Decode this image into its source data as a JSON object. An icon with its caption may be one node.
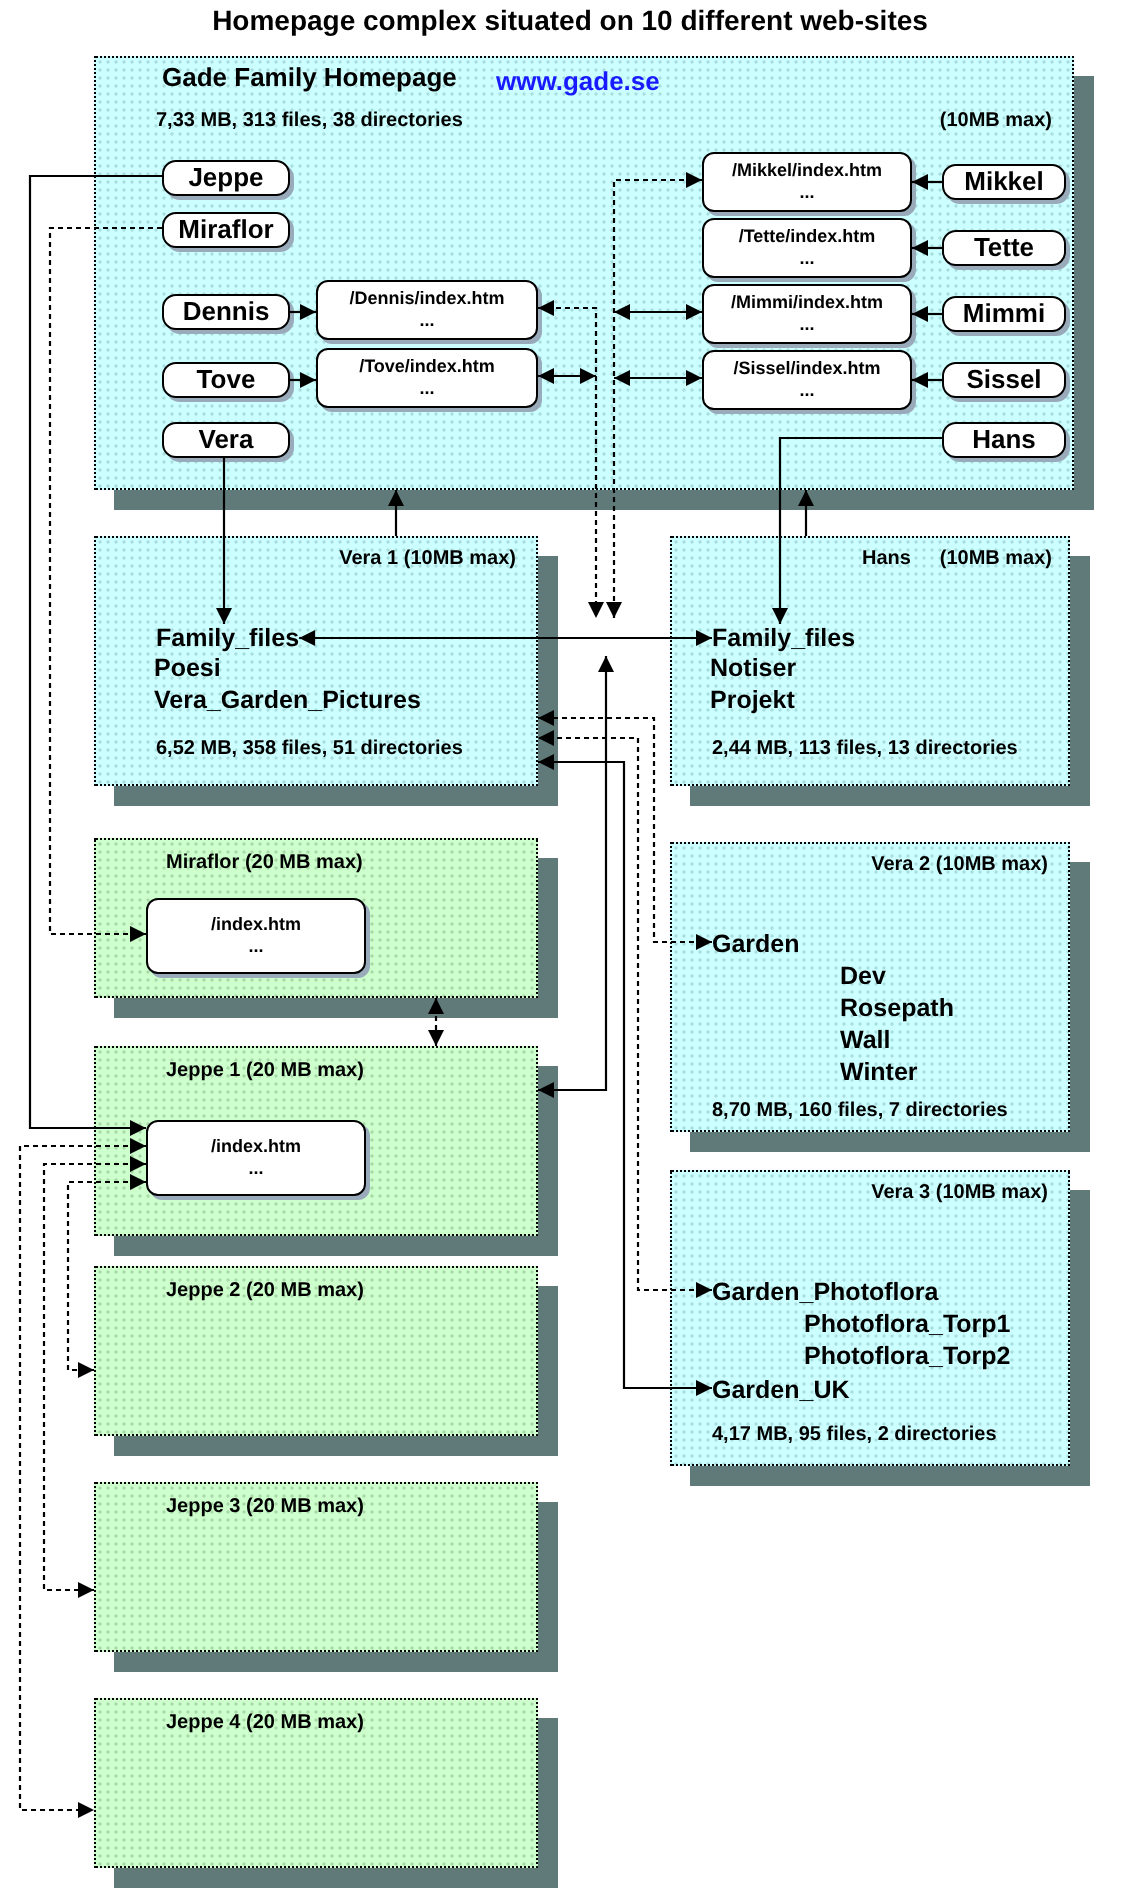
{
  "diagram": {
    "title": "Homepage complex situated on 10 different web-sites",
    "nodes": [
      {
        "text": [
          "Gade Family Homepage",
          "www.gade.se",
          "7,33 MB, 313 files, 38 directories",
          "(10MB max)"
        ]
      },
      {
        "text": [
          "Jeppe"
        ],
        "in": 0
      },
      {
        "text": [
          "Miraflor"
        ],
        "in": 0
      },
      {
        "text": [
          "Dennis"
        ],
        "in": 0
      },
      {
        "text": [
          "/Dennis/index.htm",
          "..."
        ],
        "in": 0
      },
      {
        "text": [
          "Tove"
        ],
        "in": 0
      },
      {
        "text": [
          "/Tove/index.htm",
          "..."
        ],
        "in": 0
      },
      {
        "text": [
          "Vera"
        ],
        "in": 0
      },
      {
        "text": [
          "/Mikkel/index.htm",
          "..."
        ],
        "in": 0
      },
      {
        "text": [
          "Mikkel"
        ],
        "in": 0
      },
      {
        "text": [
          "/Tette/index.htm",
          "..."
        ],
        "in": 0
      },
      {
        "text": [
          "Tette"
        ],
        "in": 0
      },
      {
        "text": [
          "/Mimmi/index.htm",
          "..."
        ],
        "in": 0
      },
      {
        "text": [
          "Mimmi"
        ],
        "in": 0
      },
      {
        "text": [
          "/Sissel/index.htm",
          "..."
        ],
        "in": 0
      },
      {
        "text": [
          "Sissel"
        ],
        "in": 0
      },
      {
        "text": [
          "Hans"
        ],
        "in": 0
      },
      {
        "text": [
          "Vera 1 (10MB max)",
          "6,52 MB, 358 files, 51 directories"
        ]
      },
      {
        "text": [
          "Family_files"
        ],
        "in": 17
      },
      {
        "text": [
          "Hans",
          "(10MB max)",
          "2,44 MB, 113 files, 13 directories"
        ]
      },
      {
        "text": [
          "Family_files"
        ],
        "in": 19
      },
      {
        "text": [
          "Miraflor (20 MB max)"
        ]
      },
      {
        "text": [
          "/index.htm",
          "..."
        ],
        "in": 21
      },
      {
        "text": [
          "Vera 2 (10MB max)",
          "8,70 MB, 160 files, 7 directories"
        ]
      },
      {
        "text": [
          "Garden"
        ],
        "in": 23
      },
      {
        "text": [
          "Jeppe 1 (20 MB max)"
        ]
      },
      {
        "text": [
          "/index.htm",
          "..."
        ],
        "in": 25
      },
      {
        "text": [
          "Vera 3 (10MB max)",
          "4,17 MB, 95 files, 2 directories"
        ]
      },
      {
        "text": [
          "Garden_Photoflora"
        ],
        "in": 27
      },
      {
        "text": [
          "Garden_UK"
        ],
        "in": 27
      },
      {
        "text": [
          "Jeppe 2 (20 MB max)"
        ]
      },
      {
        "text": [
          "Jeppe 3 (20 MB max)"
        ]
      },
      {
        "text": [
          "Jeppe 4 (20 MB max)"
        ]
      }
    ],
    "edges": [
      {
        "from": 3,
        "to": 4,
        "arrow": "to"
      },
      {
        "from": 5,
        "to": 6,
        "arrow": "to"
      },
      {
        "from": 9,
        "to": 8,
        "arrow": "to"
      },
      {
        "from": 11,
        "to": 10,
        "arrow": "to"
      },
      {
        "from": 13,
        "to": 12,
        "arrow": "to"
      },
      {
        "from": 15,
        "to": 14,
        "arrow": "to"
      },
      {
        "from": 4,
        "to": null,
        "arrow": "both",
        "style": "dashed"
      },
      {
        "from": 6,
        "to": null,
        "arrow": "both"
      },
      {
        "from": 8,
        "to": null,
        "arrow": "both",
        "style": "dashed"
      },
      {
        "from": 12,
        "to": null,
        "arrow": "both"
      },
      {
        "from": 14,
        "to": null,
        "arrow": "both"
      },
      {
        "from": 7,
        "to": 18,
        "arrow": "to"
      },
      {
        "from": 16,
        "to": 20,
        "arrow": "to"
      },
      {
        "from": 17,
        "to": 0,
        "arrow": "to"
      },
      {
        "from": 19,
        "to": 0,
        "arrow": "to"
      },
      {
        "from": 18,
        "to": 20,
        "arrow": "both"
      },
      {
        "from": 25,
        "to": null,
        "arrow": "both"
      },
      {
        "from": 24,
        "to": 17,
        "arrow": "both",
        "style": "dashed"
      },
      {
        "from": 28,
        "to": 17,
        "arrow": "both",
        "style": "dashed"
      },
      {
        "from": 29,
        "to": 17,
        "arrow": "both"
      },
      {
        "from": 2,
        "to": 22,
        "arrow": "to",
        "style": "dashed"
      },
      {
        "from": 1,
        "to": 26,
        "arrow": "to"
      },
      {
        "from": 21,
        "to": 25,
        "arrow": "both",
        "style": "dashed"
      },
      {
        "from": 26,
        "to": 30,
        "arrow": "both",
        "style": "dashed"
      },
      {
        "from": 26,
        "to": 31,
        "arrow": "both",
        "style": "dashed"
      },
      {
        "from": 26,
        "to": 32,
        "arrow": "both",
        "style": "dashed"
      }
    ],
    "labels": [
      "Poesi",
      "Vera_Garden_Pictures",
      "Notiser",
      "Projekt",
      "Dev",
      "Rosepath",
      "Wall",
      "Winter",
      "Photoflora_Torp1",
      "Photoflora_Torp2"
    ]
  }
}
